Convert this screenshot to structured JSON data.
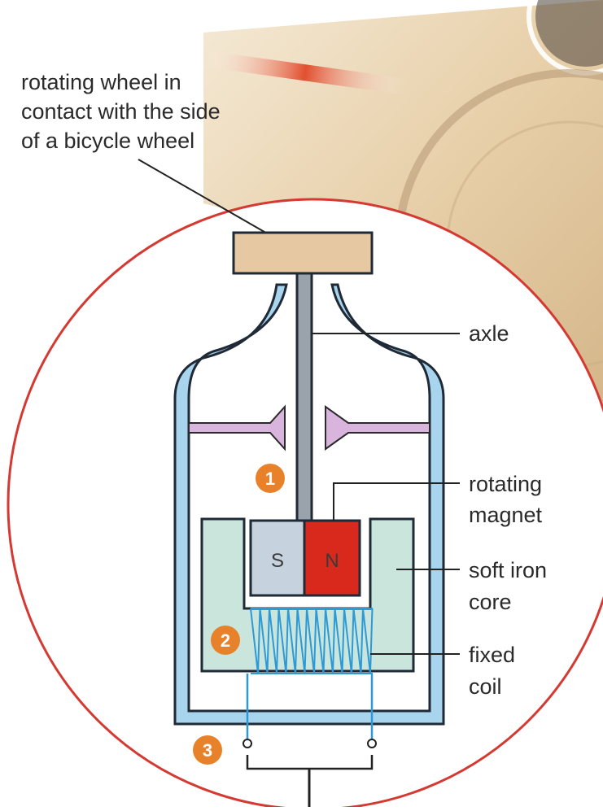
{
  "callout": {
    "line1": "rotating wheel in",
    "line2": "contact with the side",
    "line3": "of a bicycle wheel"
  },
  "labels": {
    "axle": "axle",
    "rotating_magnet": [
      "rotating",
      "magnet"
    ],
    "soft_iron_core": [
      "soft iron",
      "core"
    ],
    "fixed_coil": [
      "fixed",
      "coil"
    ]
  },
  "magnet": {
    "south": "S",
    "north": "N"
  },
  "steps": [
    "1",
    "2",
    "3"
  ],
  "colors": {
    "circle_outline": "#d43a32",
    "cap": "#e6c9a3",
    "casing": "#a9d4ee",
    "casing_outline": "#1f2a36",
    "bearing": "#d9b4dc",
    "axle": "#9aa3ab",
    "core": "#c9e5dc",
    "magnet_south": "#c6d2de",
    "magnet_north": "#d9291c",
    "coil": "#2d9ad6",
    "step_badge": "#e8822a",
    "background_photo": "#e3c79a"
  }
}
